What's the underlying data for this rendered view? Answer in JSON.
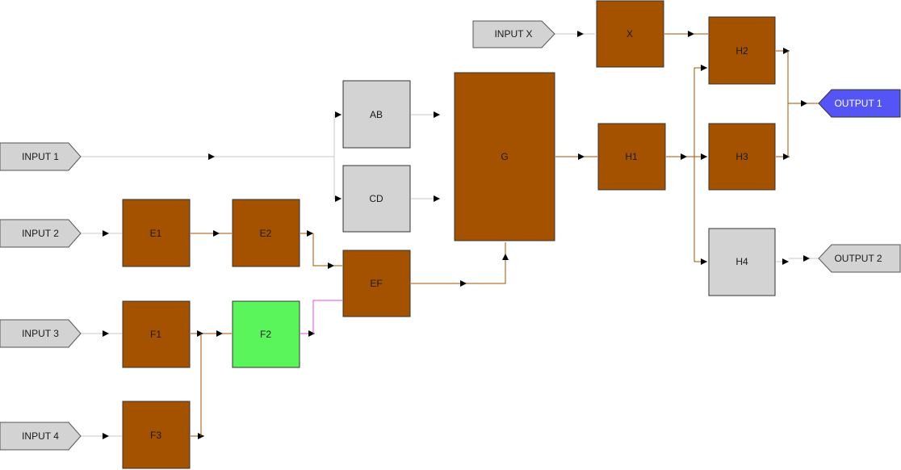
{
  "colors": {
    "processed_block": "#a55200",
    "idle_block": "#d3d3d3",
    "active_block": "#5af55a",
    "port": "#d3d3d3",
    "active_output": "#5555f5",
    "brown_wire": "#a55200",
    "grey_wire": "#c8c8c8",
    "pink_wire": "#e64be6"
  },
  "inputs": {
    "in1": "INPUT 1",
    "in2": "INPUT 2",
    "in3": "INPUT 3",
    "in4": "INPUT 4",
    "inx": "INPUT X"
  },
  "outputs": {
    "out1": "OUTPUT 1",
    "out2": "OUTPUT 2"
  },
  "blocks": {
    "ab": "AB",
    "cd": "CD",
    "e1": "E1",
    "e2": "E2",
    "ef": "EF",
    "f1": "F1",
    "f2": "F2",
    "f3": "F3",
    "g": "G",
    "x": "X",
    "h1": "H1",
    "h2": "H2",
    "h3": "H3",
    "h4": "H4"
  }
}
